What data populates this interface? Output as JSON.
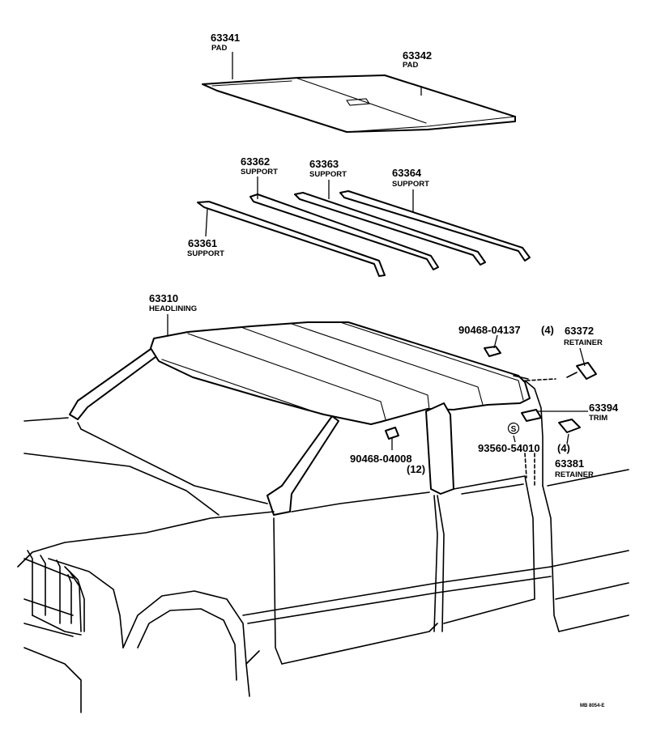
{
  "parts": {
    "p63341": {
      "number": "63341",
      "name": "PAD"
    },
    "p63342": {
      "number": "63342",
      "name": "PAD"
    },
    "p63362": {
      "number": "63362",
      "name": "SUPPORT"
    },
    "p63363": {
      "number": "63363",
      "name": "SUPPORT"
    },
    "p63364": {
      "number": "63364",
      "name": "SUPPORT"
    },
    "p63361": {
      "number": "63361",
      "name": "SUPPORT"
    },
    "p63310": {
      "number": "63310",
      "name": "HEADLINING"
    },
    "p63372": {
      "number": "63372",
      "name": "RETAINER"
    },
    "p63394": {
      "number": "63394",
      "name": "TRIM"
    },
    "p63381": {
      "number": "63381",
      "name": "RETAINER"
    },
    "screw_90468_04137": {
      "number": "90468-04137",
      "qty": "(4)"
    },
    "screw_90468_04008": {
      "number": "90468-04008",
      "qty": "(12)"
    },
    "screw_93560_54010": {
      "number": "93560-54010",
      "qty": "(4)"
    }
  },
  "standard_part_symbol": "S",
  "drawing_code": "MB 8054-E",
  "colors": {
    "ink": "#000000",
    "paper": "#ffffff"
  }
}
